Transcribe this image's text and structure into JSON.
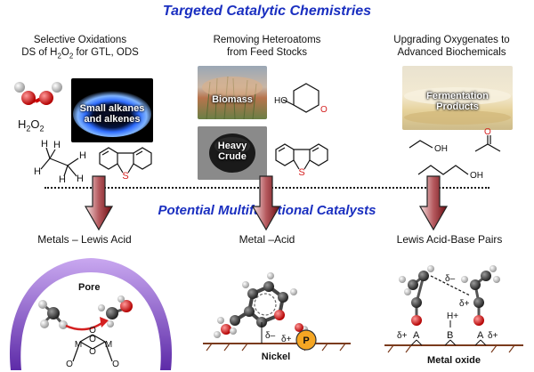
{
  "title": "Targeted Catalytic Chemistries",
  "middle_title": "Potential Multifunctional Catalysts",
  "columns": [
    {
      "heading_line1": "Selective Oxidations",
      "heading_line2": "DS of H2O2 for GTL, ODS",
      "image_label_line1": "Small alkanes",
      "image_label_line2": "and alkenes",
      "formula_base": "H",
      "formula_sub": "2",
      "formula_mid": "O",
      "formula_sub2": "2",
      "catalyst_type": "Metals – Lewis Acid",
      "pore_label": "Pore",
      "metal_symbol": "M",
      "oxygen_symbol": "O"
    },
    {
      "heading_line1": "Removing Heteroatoms",
      "heading_line2": "from Feed Stocks",
      "image1_label": "Biomass",
      "image2_label_line1": "Heavy",
      "image2_label_line2": "Crude",
      "catalyst_type": "Metal –Acid",
      "support_label": "Nickel",
      "delta_minus": "δ–",
      "delta_plus": "δ+",
      "phosphorus": "P"
    },
    {
      "heading_line1": "Upgrading Oxygenates to",
      "heading_line2": "Advanced Biochemicals",
      "image_label_line1": "Fermentation",
      "image_label_line2": "Products",
      "oh_label": "OH",
      "catalyst_type": "Lewis Acid-Base Pairs",
      "support_label": "Metal oxide",
      "delta_minus": "δ–",
      "delta_plus": "δ+",
      "site_a": "A",
      "site_b": "B",
      "h_plus": "H+",
      "dplus_a": "δ+",
      "dplus_a2": "δ+"
    }
  ],
  "hydrogen_symbol": "H",
  "sulfur_symbol": "S",
  "colors": {
    "title_blue": "#1a2fc0",
    "arrow_dark": "#6b0d12",
    "arrow_light": "#f2dada",
    "sulfur_red": "#d61f1f",
    "oxygen_red": "#d42020",
    "surface_brown": "#7a3b1d",
    "pore_purple": "#7b4bc7",
    "phosphorus_orange": "#f5a623"
  }
}
